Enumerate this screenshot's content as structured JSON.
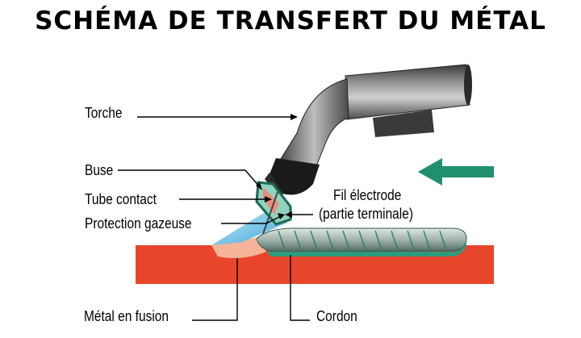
{
  "title": "SCHÉMA DE TRANSFERT DU MÉTAL",
  "labels": {
    "torche": "Torche",
    "buse": "Buse",
    "tube_contact": "Tube contact",
    "protection_gazeuse": "Protection gazeuse",
    "fil_electrode": "Fil électrode",
    "partie_terminale": "(partie terminale)",
    "metal_en_fusion": "Métal en fusion",
    "cordon": "Cordon"
  },
  "colors": {
    "base_plate": "#e8462b",
    "weld_bead": "#2e9a7c",
    "arrow": "#1f8f6f",
    "torch_gray": "#6b6b6b",
    "nozzle": "#1a1a1a",
    "gas_shield": "#6fc5e8",
    "molten_metal": "#f5b49a"
  },
  "icons": {
    "direction_arrow": "left-arrow-icon"
  }
}
